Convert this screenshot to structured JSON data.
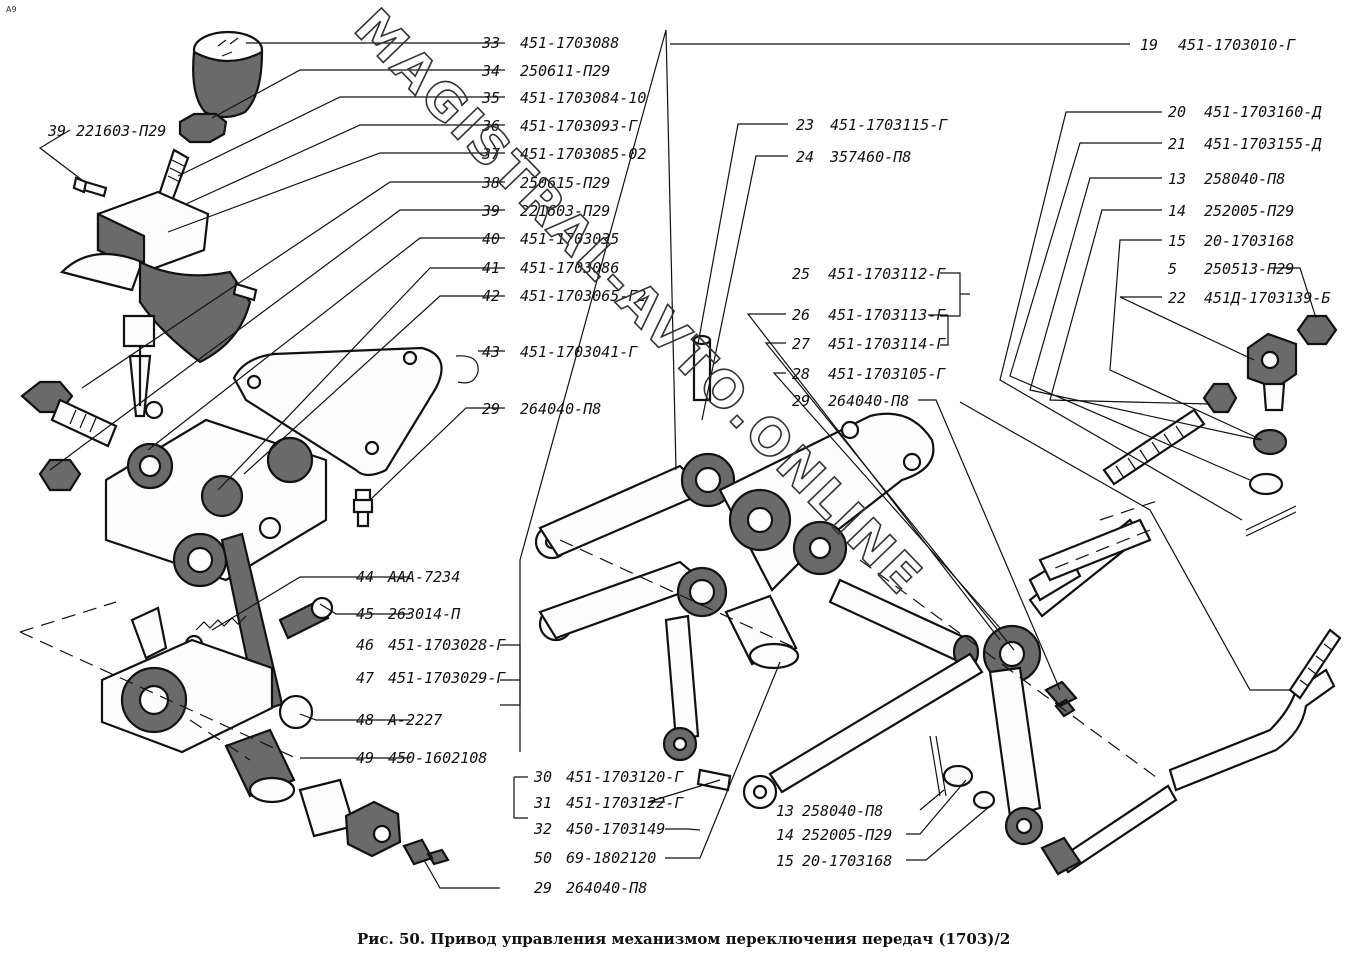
{
  "corner_mark": "A9",
  "caption": "Рис. 50. Привод управления механизмом переключения передач (1703)/2",
  "watermark": "MAGISTRAL-AVTO.ONLINE",
  "labels": {
    "l33": {
      "num": "33",
      "code": "451-1703088"
    },
    "l34": {
      "num": "34",
      "code": "250611-П29"
    },
    "l35": {
      "num": "35",
      "code": "451-1703084-10"
    },
    "l36": {
      "num": "36",
      "code": "451-1703093-Г"
    },
    "l37": {
      "num": "37",
      "code": "451-1703085-02"
    },
    "l38": {
      "num": "38",
      "code": "250615-П29"
    },
    "l39b": {
      "num": "39",
      "code": "221603-П29"
    },
    "l40": {
      "num": "40",
      "code": "451-1703035"
    },
    "l41": {
      "num": "41",
      "code": "451-1703086"
    },
    "l42": {
      "num": "42",
      "code": "451-1703065-Г2"
    },
    "l43": {
      "num": "43",
      "code": "451-1703041-Г"
    },
    "l29a": {
      "num": "29",
      "code": "264040-П8"
    },
    "l39a": {
      "num": "39",
      "code": "221603-П29"
    },
    "l44": {
      "num": "44",
      "code": "ААА-7234"
    },
    "l45": {
      "num": "45",
      "code": "263014-П"
    },
    "l46": {
      "num": "46",
      "code": "451-1703028-Г"
    },
    "l47": {
      "num": "47",
      "code": "451-1703029-Г"
    },
    "l48": {
      "num": "48",
      "code": "А-2227"
    },
    "l49": {
      "num": "49",
      "code": "450-1602108"
    },
    "l29c": {
      "num": "29",
      "code": "264040-П8"
    },
    "l30": {
      "num": "30",
      "code": "451-1703120-Г"
    },
    "l31": {
      "num": "31",
      "code": "451-1703122-Г"
    },
    "l32": {
      "num": "32",
      "code": "450-1703149"
    },
    "l50": {
      "num": "50",
      "code": "69-1802120"
    },
    "l19": {
      "num": "19",
      "code": "451-1703010-Г"
    },
    "l23": {
      "num": "23",
      "code": "451-1703115-Г"
    },
    "l24": {
      "num": "24",
      "code": "357460-П8"
    },
    "l20": {
      "num": "20",
      "code": "451-1703160-Д"
    },
    "l21": {
      "num": "21",
      "code": "451-1703155-Д"
    },
    "l13a": {
      "num": "13",
      "code": "258040-П8"
    },
    "l14a": {
      "num": "14",
      "code": "252005-П29"
    },
    "l15a": {
      "num": "15",
      "code": "20-1703168"
    },
    "l5": {
      "num": "5",
      "code": "250513-П29"
    },
    "l22": {
      "num": "22",
      "code": "451Д-1703139-Б"
    },
    "l25": {
      "num": "25",
      "code": "451-1703112-Г"
    },
    "l26": {
      "num": "26",
      "code": "451-1703113-Г"
    },
    "l27": {
      "num": "27",
      "code": "451-1703114-Г"
    },
    "l28": {
      "num": "28",
      "code": "451-1703105-Г"
    },
    "l29b": {
      "num": "29",
      "code": "264040-П8"
    },
    "l13b": {
      "num": "13",
      "code": "258040-П8"
    },
    "l14b": {
      "num": "14",
      "code": "252005-П29"
    },
    "l15b": {
      "num": "15",
      "code": "20-1703168"
    }
  }
}
